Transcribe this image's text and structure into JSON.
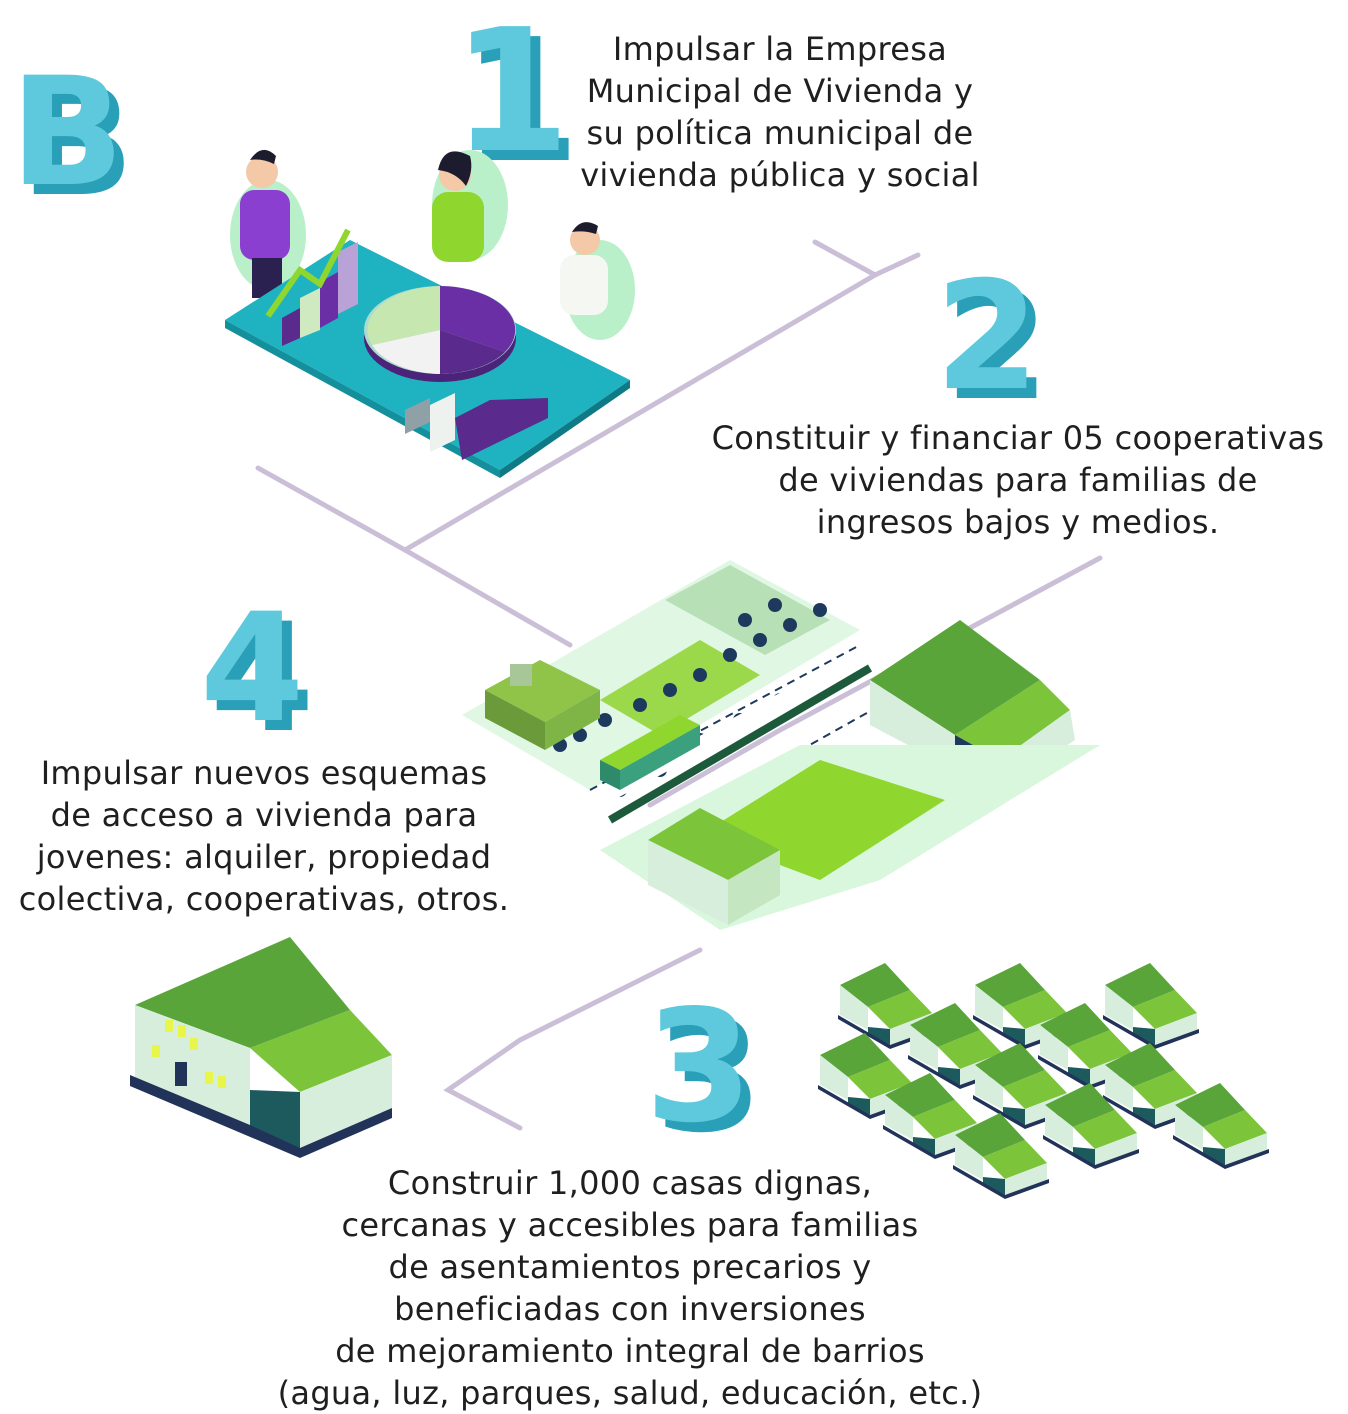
{
  "section_letter": "B",
  "items": [
    {
      "number": "1",
      "lines": [
        "Impulsar la Empresa",
        "Municipal de Vivienda y",
        "su política municipal de",
        "vivienda pública y social"
      ]
    },
    {
      "number": "2",
      "lines": [
        "Constituir y financiar 05 cooperativas",
        "de viviendas para familias de",
        "ingresos bajos y medios."
      ]
    },
    {
      "number": "3",
      "lines": [
        "Construir 1,000 casas dignas,",
        "cercanas y accesibles para familias",
        "de asentamientos precarios y",
        "beneficiadas con inversiones",
        "de mejoramiento integral de barrios",
        "(agua, luz, parques, salud, educación, etc.)"
      ]
    },
    {
      "number": "4",
      "lines": [
        "Impulsar nuevos esquemas",
        "de acceso a vivienda para",
        "jovenes: alquiler, propiedad",
        "colectiva, cooperativas, otros."
      ]
    }
  ],
  "colors": {
    "number_fill": "#5ec9dd",
    "number_side": "#2a9fb8",
    "connector": "#cbbfd8",
    "green": "#7cc43a",
    "dark_green": "#3c8a2c",
    "teal_table": "#1fb3c2",
    "purple": "#5a2a8c"
  }
}
